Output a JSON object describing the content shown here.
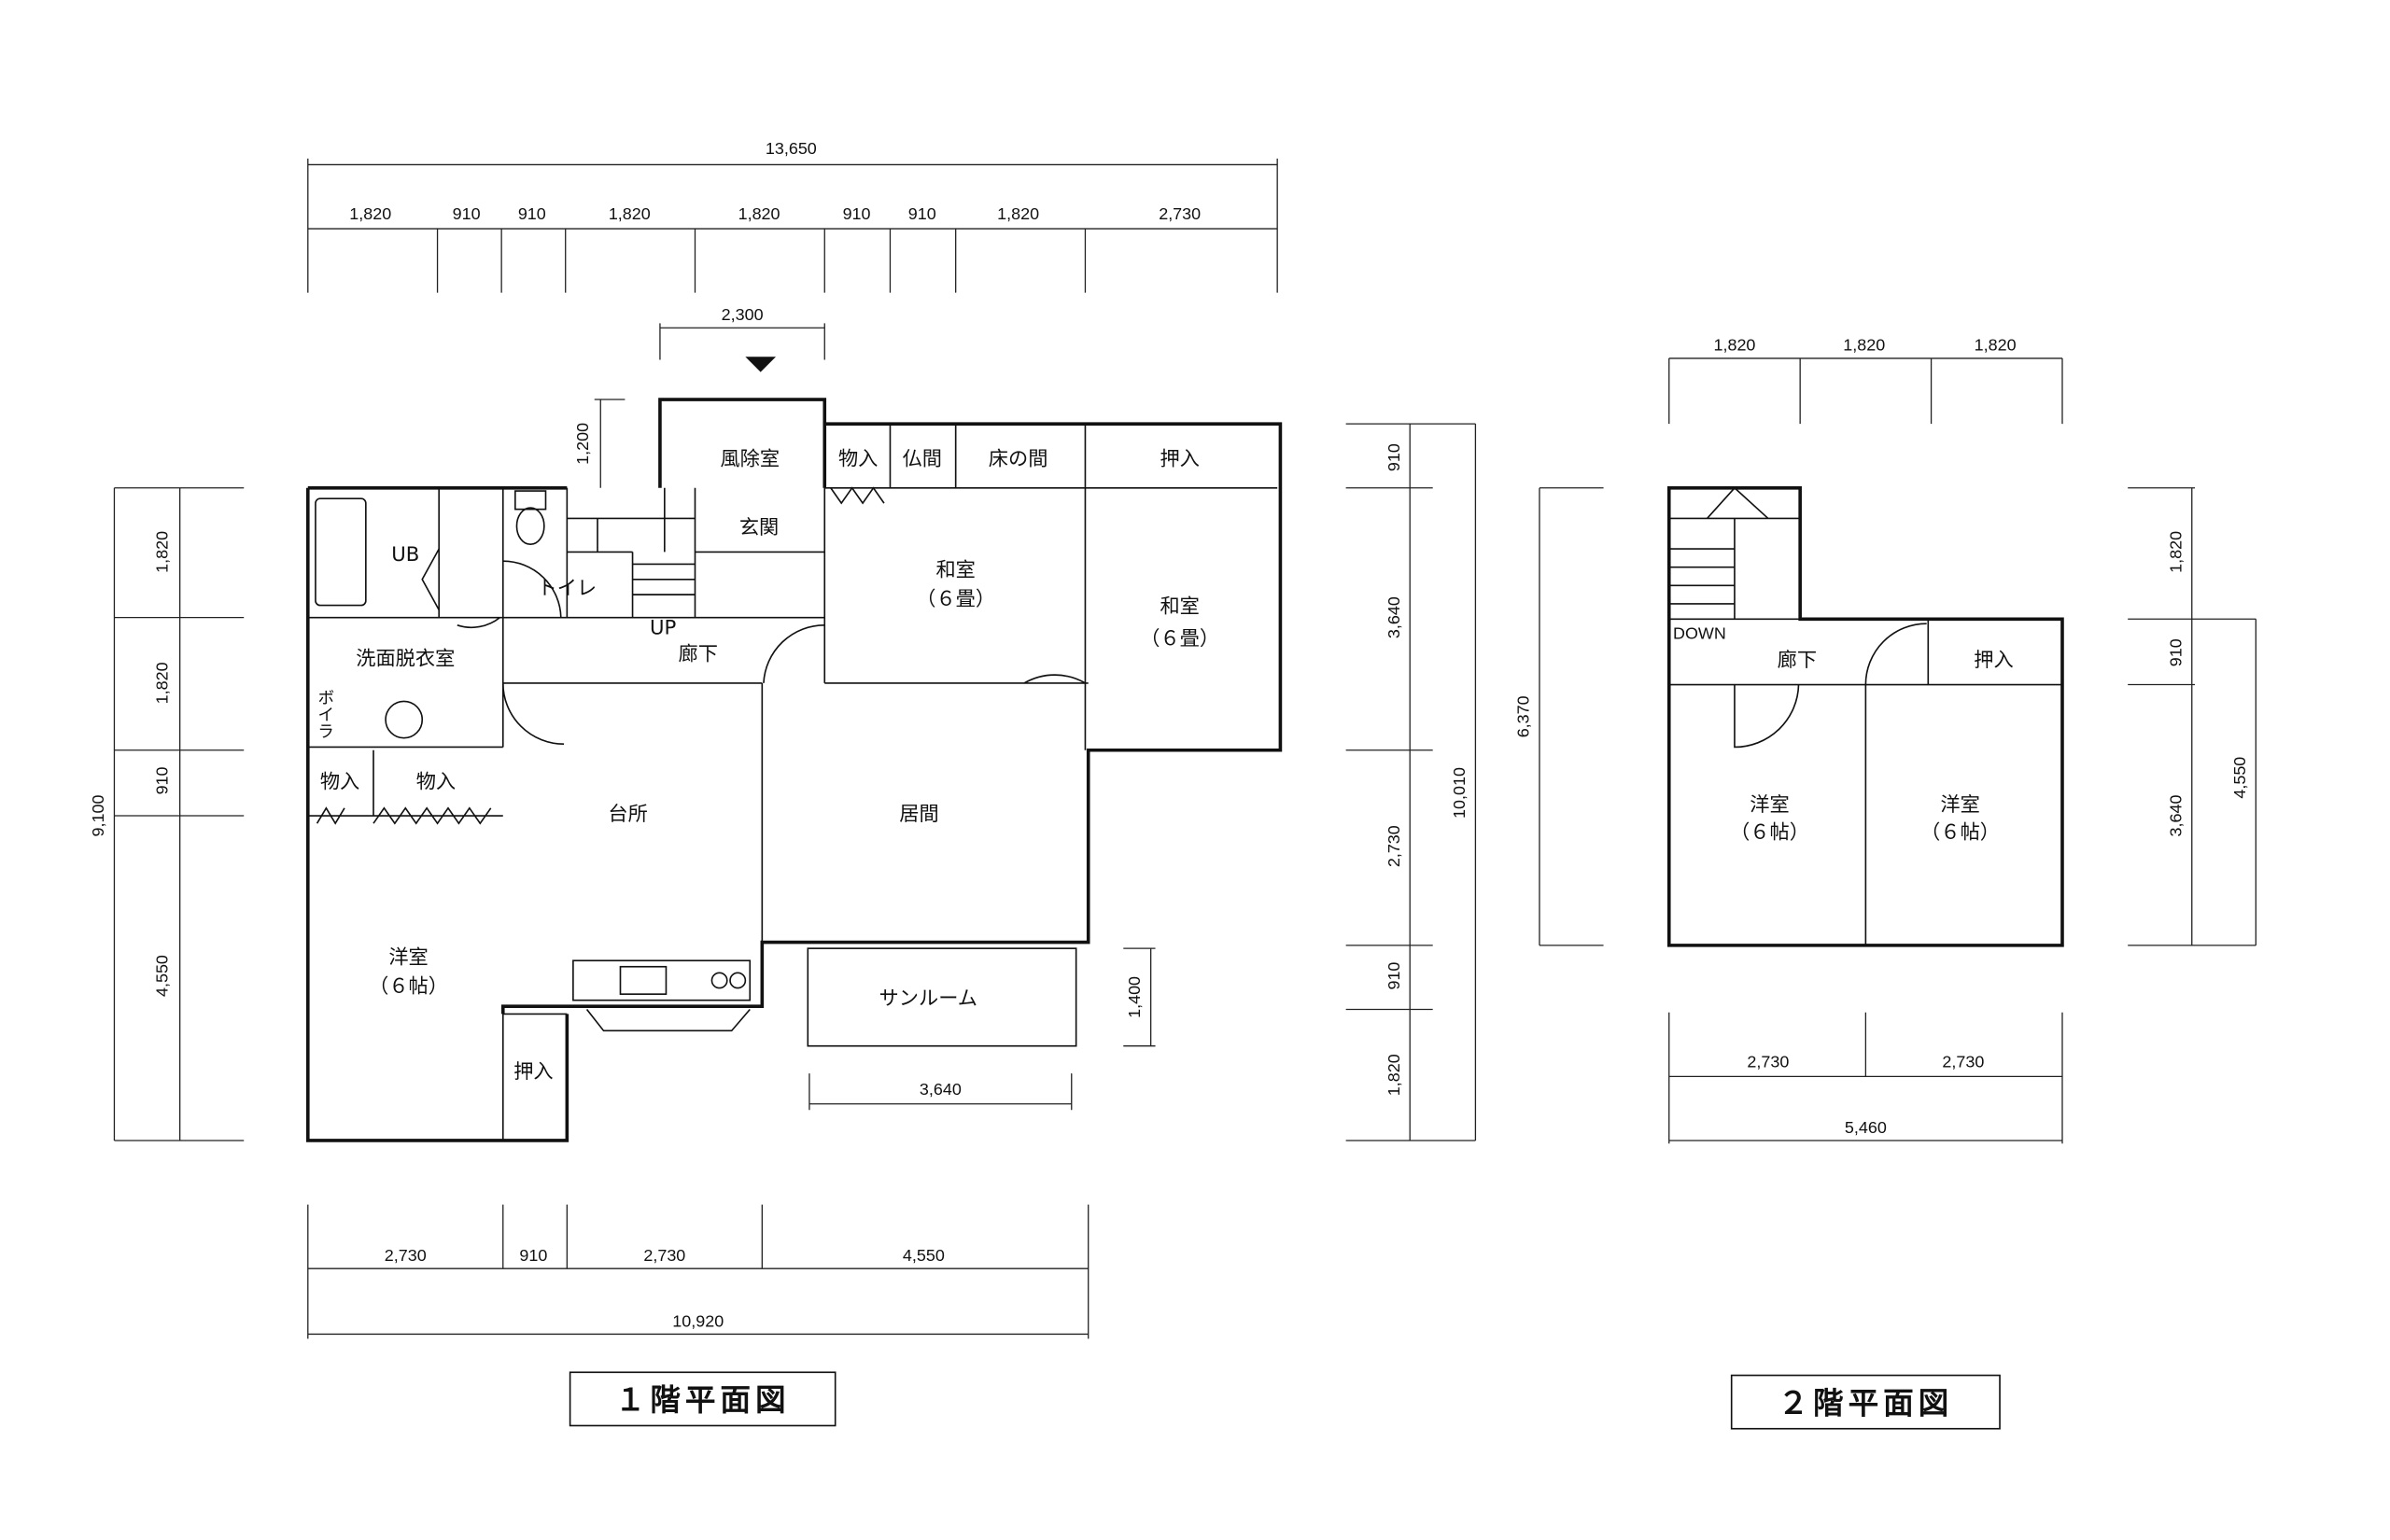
{
  "floor1": {
    "title": "１階平面図",
    "rooms": {
      "windbreak": "風除室",
      "storage_top": "物入",
      "butsuma": "仏間",
      "tokonoma": "床の間",
      "oshiire_top": "押入",
      "unit_bath": "UB",
      "entrance": "玄関",
      "toilet": "トイレ",
      "stairs_up": "UP",
      "hallway": "廊下",
      "washitsu1": "和室",
      "washitsu1_size": "（６畳）",
      "washitsu2": "和室",
      "washitsu2_size": "（６畳）",
      "washroom": "洗面脱衣室",
      "boiler": "ボイラ",
      "storage_left": "物入",
      "storage_right": "物入",
      "kitchen": "台所",
      "living": "居間",
      "western": "洋室",
      "western_size": "（６帖）",
      "sunroom": "サンルーム",
      "oshiire_bottom": "押入"
    },
    "dims": {
      "top_total": "13,650",
      "top_segments": [
        "1,820",
        "910",
        "910",
        "1,820",
        "1,820",
        "910",
        "910",
        "1,820",
        "2,730"
      ],
      "entrance_width": "2,300",
      "porch_depth": "1,200",
      "left_total": "9,100",
      "left_segments": [
        "1,820",
        "1,820",
        "910",
        "4,550"
      ],
      "right_total": "10,010",
      "right_segments": [
        "910",
        "3,640",
        "2,730",
        "910",
        "1,820"
      ],
      "bottom_segments": [
        "2,730",
        "910",
        "2,730",
        "4,550"
      ],
      "bottom_total": "10,920",
      "sunroom_width": "3,640",
      "sunroom_depth": "1,400"
    }
  },
  "floor2": {
    "title": "２階平面図",
    "rooms": {
      "stairs_down": "DOWN",
      "hallway": "廊下",
      "oshiire": "押入",
      "western1": "洋室",
      "western1_size": "（６帖）",
      "western2": "洋室",
      "western2_size": "（６帖）"
    },
    "dims": {
      "top_segments": [
        "1,820",
        "1,820",
        "1,820"
      ],
      "left_total": "6,370",
      "right_segments": [
        "1,820",
        "910",
        "3,640"
      ],
      "right_total": "4,550",
      "bottom_segments": [
        "2,730",
        "2,730"
      ],
      "bottom_total": "5,460"
    }
  }
}
